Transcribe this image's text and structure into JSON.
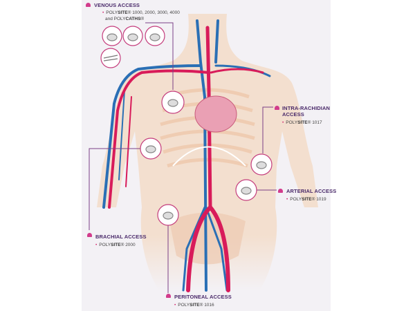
{
  "labels": {
    "venous": {
      "title": "VENOUS ACCESS",
      "product_prefix": "POLY",
      "product_bold": "SITE",
      "product_suffix": "® 1000, 2000, 3000, 4000",
      "line2_prefix": "and POLY",
      "line2_bold": "CATHS",
      "line2_suffix": "®"
    },
    "intra_rachidian": {
      "title_line1": "INTRA-RACHIDIAN",
      "title_line2": "ACCESS",
      "product_prefix": "POLY",
      "product_bold": "SITE",
      "product_suffix": "® 1017"
    },
    "arterial": {
      "title": "ARTERIAL ACCESS",
      "product_prefix": "POLY",
      "product_bold": "SITE",
      "product_suffix": "® 1019"
    },
    "brachial": {
      "title": "BRACHIAL ACCESS",
      "product_prefix": "POLY",
      "product_bold": "SITE",
      "product_suffix": "® 2000"
    },
    "peritoneal": {
      "title": "PERITONEAL ACCESS",
      "product_prefix": "POLY",
      "product_bold": "SITE",
      "product_suffix": "® 1016"
    }
  },
  "colors": {
    "artery": "#d81b5a",
    "vein": "#2a6fb5",
    "callout": "#7b3f86",
    "skin": "#f3dcc8",
    "label": "#4a2a6a"
  }
}
